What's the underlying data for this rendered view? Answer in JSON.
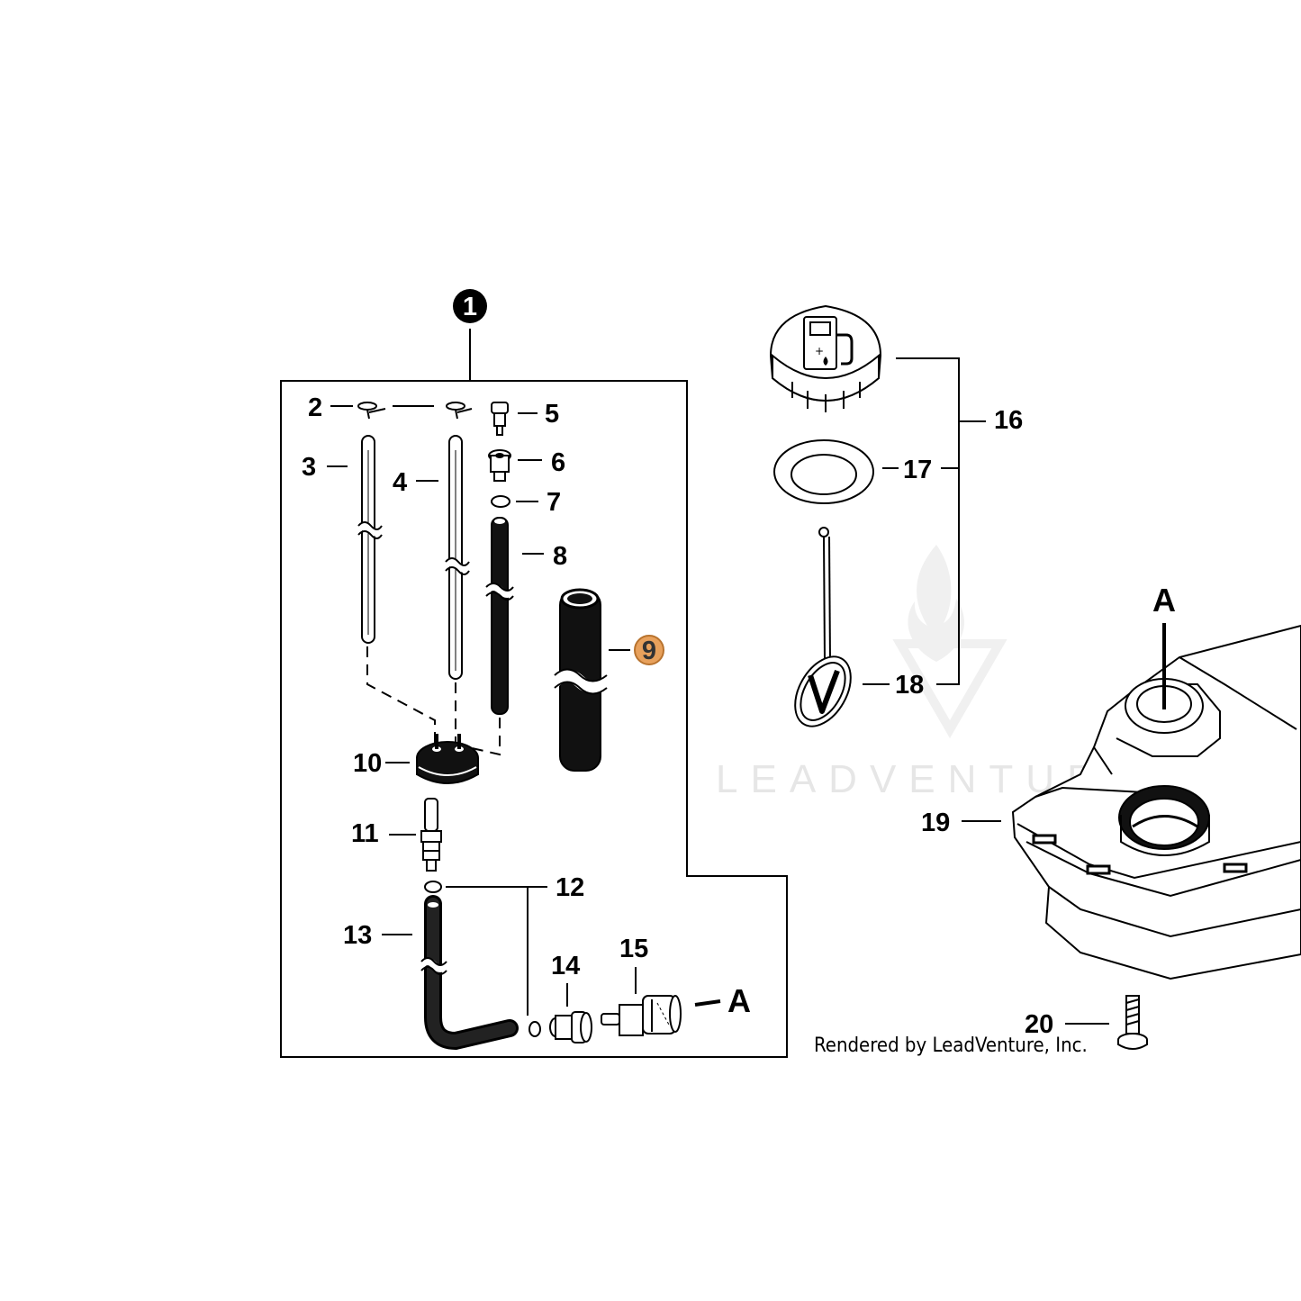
{
  "diagram": {
    "callouts": {
      "c1": "1",
      "c2": "2",
      "c3": "3",
      "c4": "4",
      "c5": "5",
      "c6": "6",
      "c7": "7",
      "c8": "8",
      "c9": "9",
      "c10": "10",
      "c11": "11",
      "c12": "12",
      "c13": "13",
      "c14": "14",
      "c15": "15",
      "c16": "16",
      "c17": "17",
      "c18": "18",
      "c19": "19",
      "c20": "20"
    },
    "reference_marks": {
      "a_inner": "A",
      "a_tank": "A"
    },
    "highlighted_callout": "9",
    "highlight_color": "#e8a15c",
    "credit_text": "Rendered by LeadVenture, Inc.",
    "watermark_text": "LEADVENTURE"
  }
}
